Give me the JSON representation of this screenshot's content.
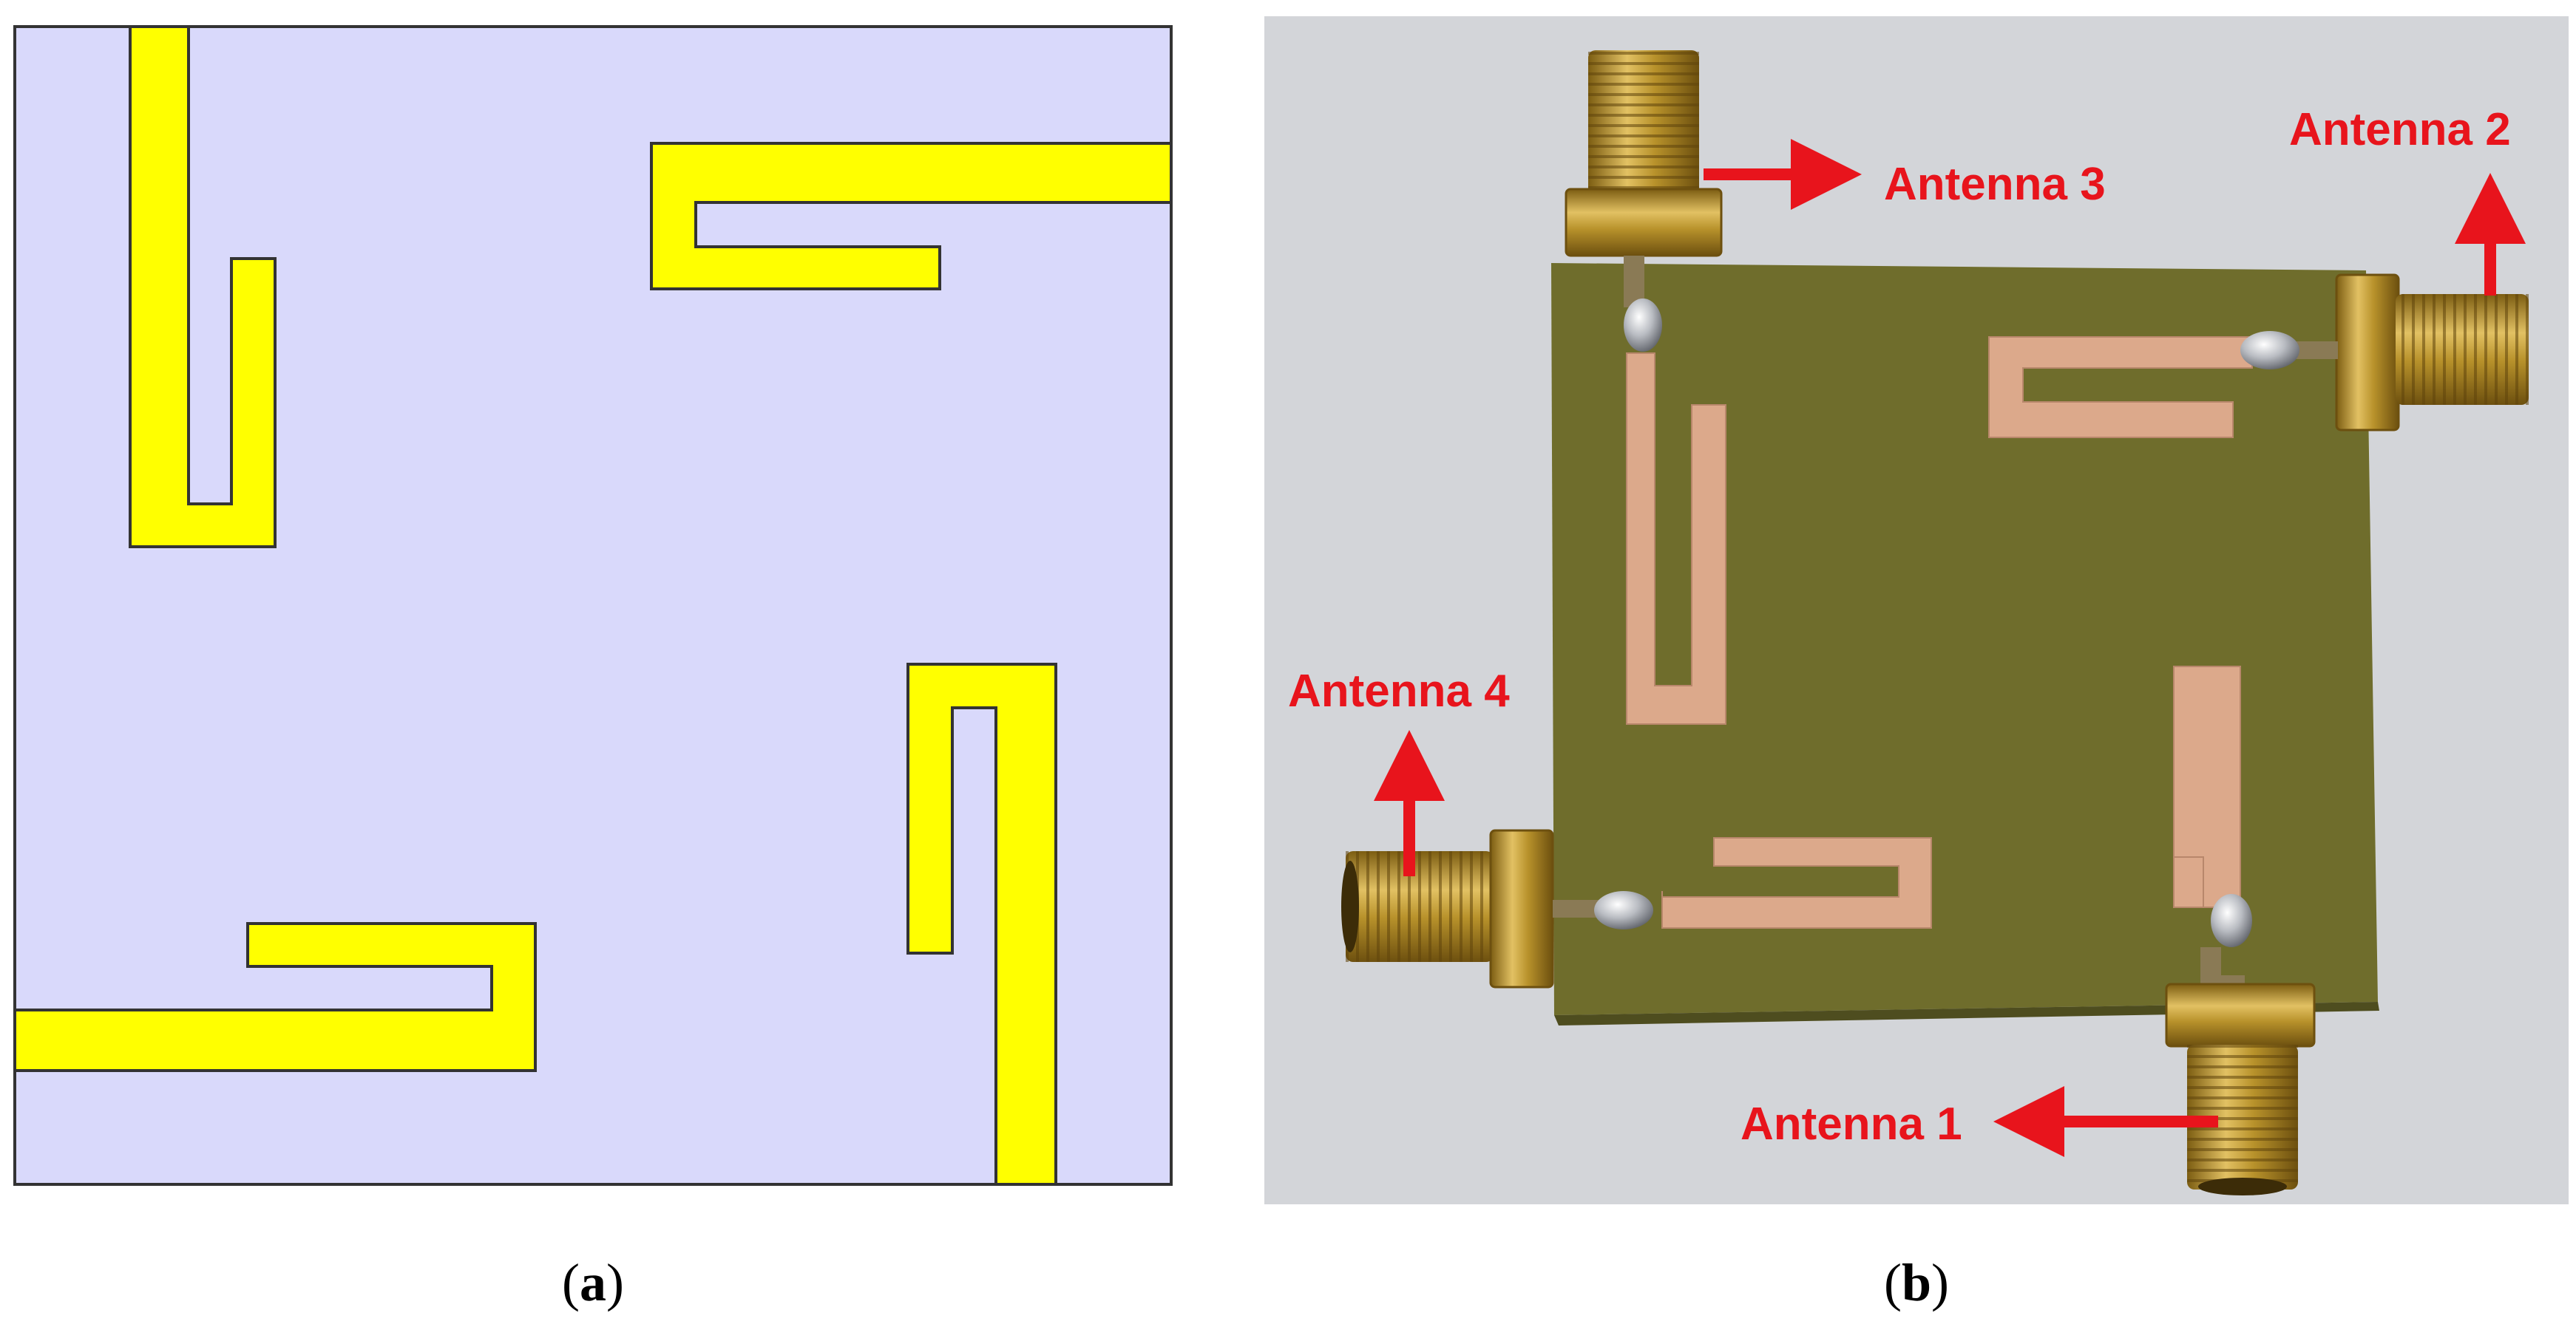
{
  "panels": {
    "a": {
      "caption_letter": "a"
    },
    "b": {
      "caption_letter": "b"
    }
  },
  "labels": {
    "antenna1": "Antenna 1",
    "antenna2": "Antenna 2",
    "antenna3": "Antenna 3",
    "antenna4": "Antenna 4"
  },
  "colors": {
    "substrate": "#d9d9fb",
    "copper_trace": "#ffff00",
    "outline": "#333333",
    "photo_background": "#d3d5d9",
    "pcb": "#6f6d2c",
    "pcb_trace": "#dca98b",
    "connector": "#b8922b",
    "label_red": "#e8141c"
  }
}
